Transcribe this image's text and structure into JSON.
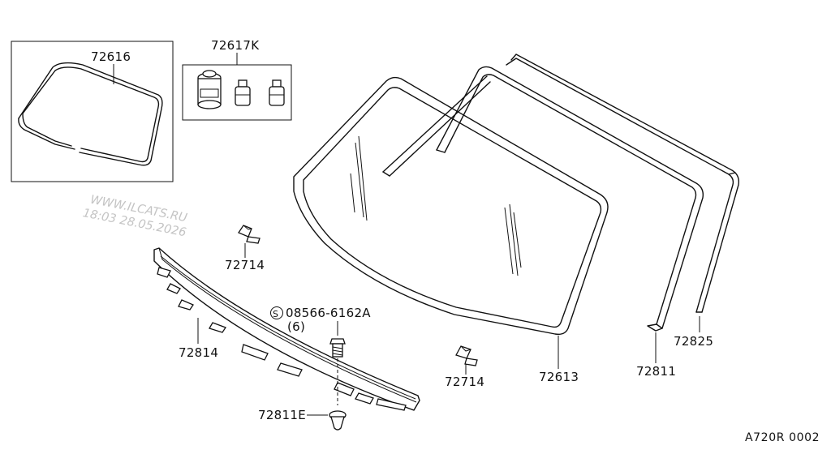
{
  "watermark": {
    "site": "WWW.ILCATS.RU",
    "timestamp": "18:03 28.05.2026"
  },
  "diagram_code": "A720R 0002",
  "parts": {
    "p72616": "72616",
    "p72617k": "72617K",
    "p72714_a": "72714",
    "p72714_b": "72714",
    "p72814": "72814",
    "p08566": "08566-6162A",
    "p08566_qty": "(6)",
    "p08566_prefix": "S",
    "p72811e": "72811E",
    "p72613": "72613",
    "p72811": "72811",
    "p72825": "72825"
  }
}
